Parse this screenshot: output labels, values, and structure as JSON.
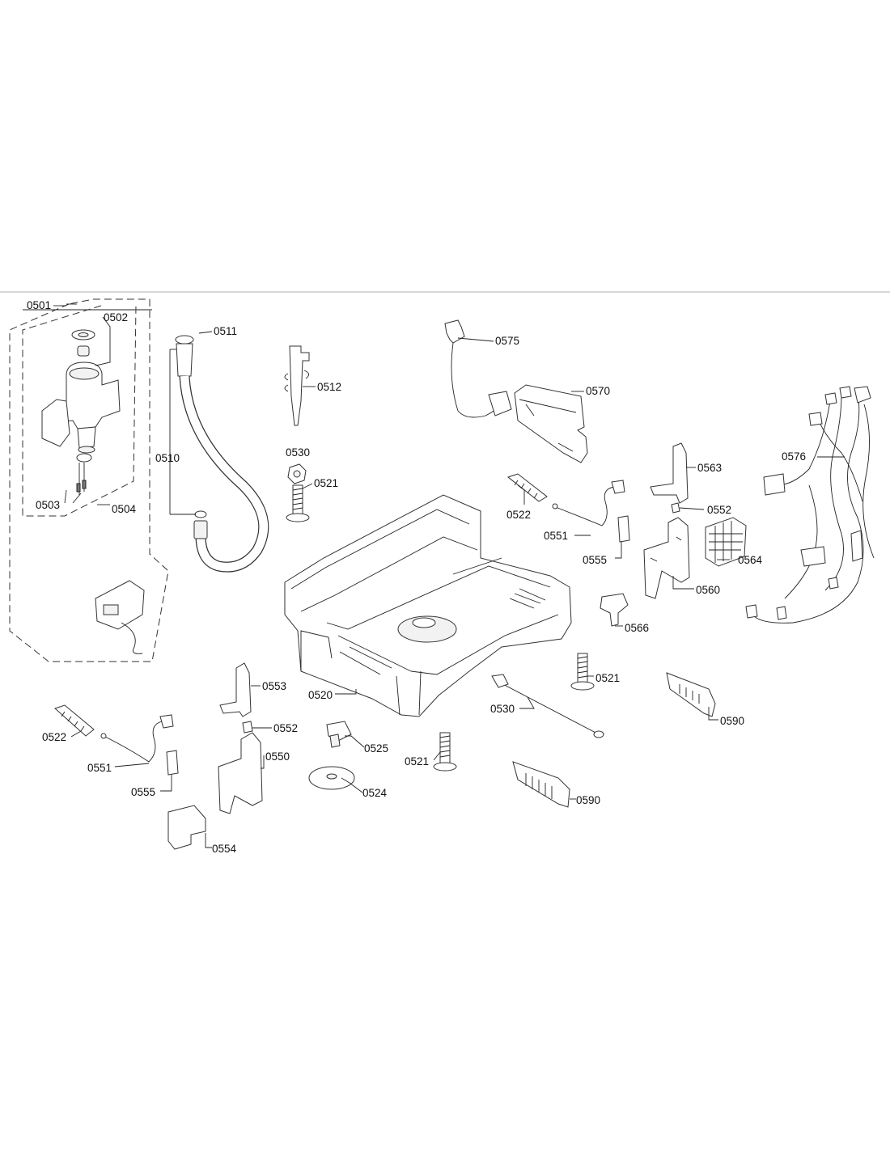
{
  "diagram": {
    "labels": {
      "p0501": "0501",
      "p0502": "0502",
      "p0503": "0503",
      "p0504": "0504",
      "p0510": "0510",
      "p0511": "0511",
      "p0512": "0512",
      "p0530a": "0530",
      "p0521a": "0521",
      "p0575": "0575",
      "p0570": "0570",
      "p0576": "0576",
      "p0563": "0563",
      "p0552a": "0552",
      "p0522a": "0522",
      "p0551a": "0551",
      "p0555a": "0555",
      "p0564": "0564",
      "p0560": "0560",
      "p0566": "0566",
      "p0521b": "0521",
      "p0520": "0520",
      "p0553": "0553",
      "p0552b": "0552",
      "p0530b": "0530",
      "p0590a": "0590",
      "p0522b": "0522",
      "p0551b": "0551",
      "p0555b": "0555",
      "p0550": "0550",
      "p0525": "0525",
      "p0521c": "0521",
      "p0524": "0524",
      "p0590b": "0590",
      "p0554": "0554"
    }
  }
}
